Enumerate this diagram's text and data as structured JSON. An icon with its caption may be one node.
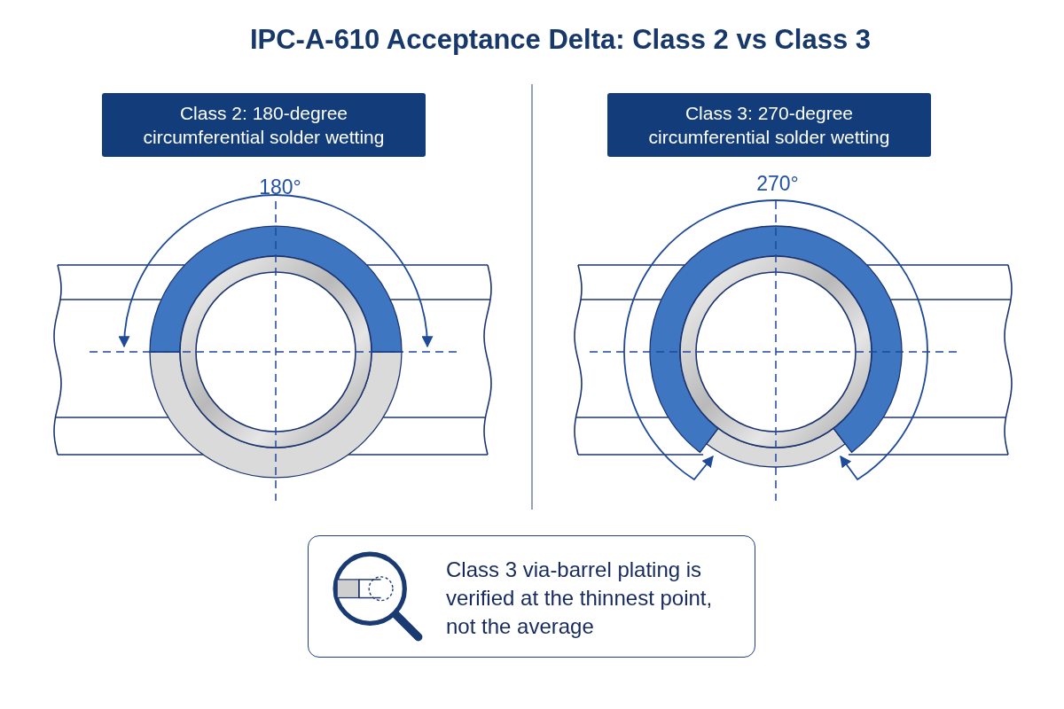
{
  "diagram": {
    "title": "IPC-A-610 Acceptance Delta: Class 2 vs Class 3",
    "nodes": [
      {
        "text": [
          "Class 2: 180-degree circumferential solder wetting"
        ]
      },
      {
        "text": [
          "Class 3: 270-degree circumferential solder wetting"
        ]
      },
      {
        "text": [
          "Class 3 via-barrel plating is verified at the thinnest point, not the average"
        ]
      }
    ],
    "labels": [
      "180°",
      "270°"
    ]
  }
}
